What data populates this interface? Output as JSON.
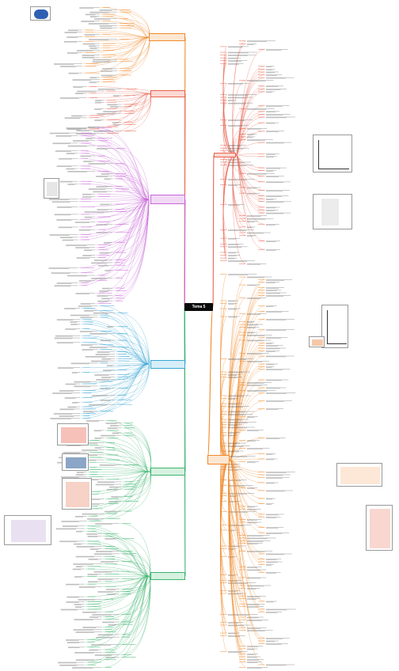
{
  "root": {
    "title": "Tema 5"
  },
  "colors": {
    "orange": "#f08a2c",
    "red": "#e86452",
    "magenta": "#c768d6",
    "blue": "#3aa6d4",
    "green": "#3cb46e",
    "gray_text": "#666666"
  },
  "branches": [
    {
      "id": "b1",
      "color": "#f08a2c",
      "label": ""
    },
    {
      "id": "b2",
      "color": "#e86452",
      "label": ""
    },
    {
      "id": "b3",
      "color": "#c768d6",
      "label": ""
    },
    {
      "id": "b4",
      "color": "#3aa6d4",
      "label": ""
    },
    {
      "id": "b5",
      "color": "#3cb46e",
      "label": ""
    },
    {
      "id": "b6",
      "color": "#3cb46e",
      "label": ""
    },
    {
      "id": "b7",
      "color": "#e86452",
      "label": ""
    },
    {
      "id": "b8",
      "color": "#f08a2c",
      "label": ""
    }
  ]
}
